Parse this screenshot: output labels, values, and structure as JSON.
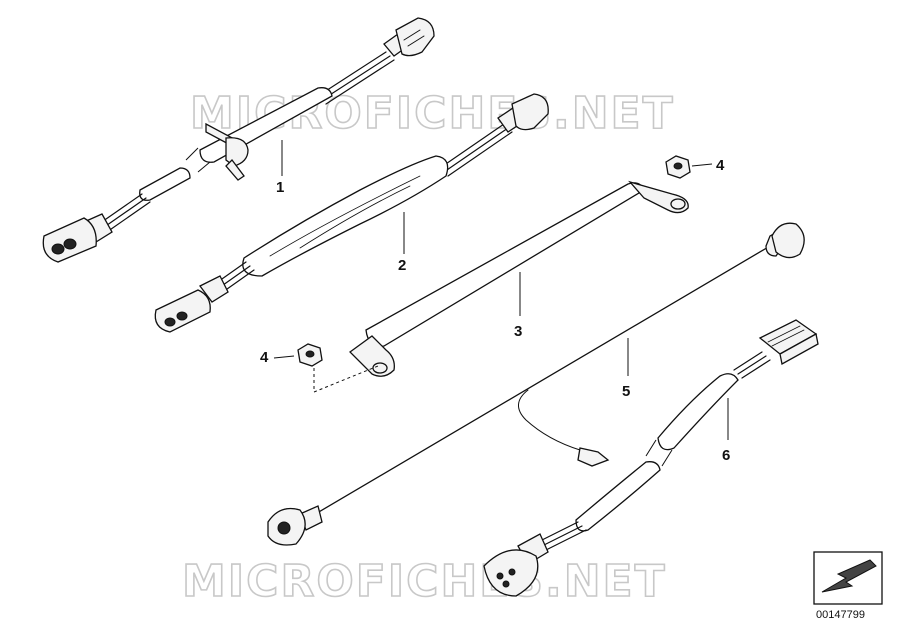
{
  "diagram": {
    "watermark_top": "MICROFICHES.NET",
    "watermark_bottom": "MICROFICHES.NET",
    "callouts": [
      "1",
      "2",
      "3",
      "4",
      "4",
      "5",
      "6"
    ],
    "reference_number": "00147799",
    "colors": {
      "line": "#111111",
      "watermark": "#c8c8c8",
      "background": "#ffffff"
    }
  }
}
